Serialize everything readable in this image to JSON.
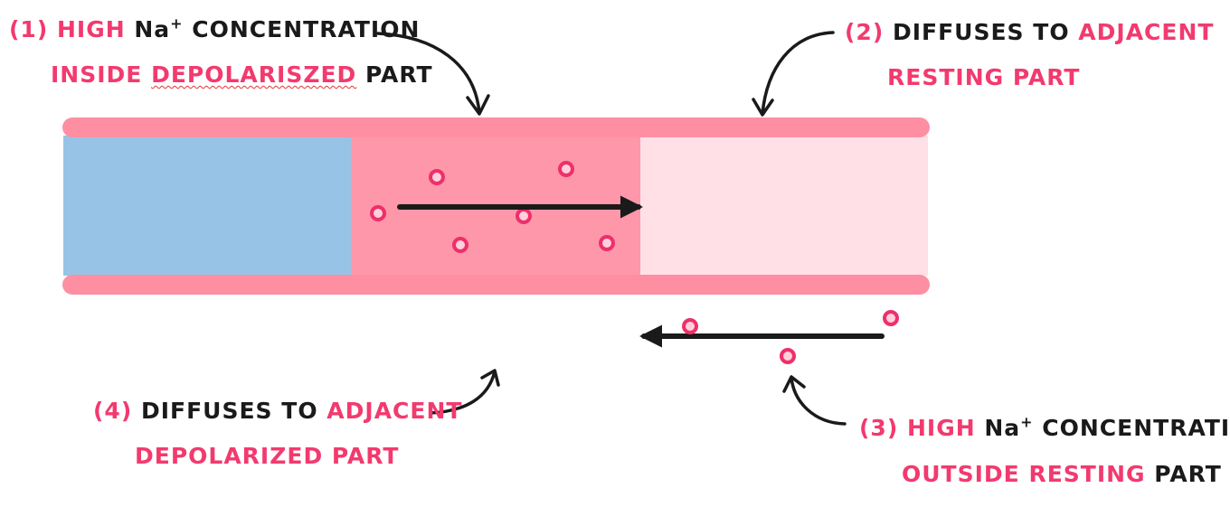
{
  "colors": {
    "pink": "#f23a6e",
    "black": "#1a1a1a",
    "membrane": "#fe8fa3",
    "depolarized_region": "#97c4e6",
    "active_region": "#fe97aa",
    "resting_region": "#fee0e6",
    "ion_stroke": "#ef2f6a"
  },
  "label1": {
    "num": "(1)",
    "high": "HIGH",
    "na": "Na",
    "plus": "+",
    "conc": "CONCENTRATION",
    "inside": "INSIDE",
    "depol": "DEPOLARISZED",
    "part": "PART"
  },
  "label2": {
    "num": "(2)",
    "diffuses": "DIFFUSES TO",
    "adjacent": "ADJACENT",
    "resting": "RESTING PART"
  },
  "label3": {
    "num": "(3)",
    "high": "HIGH",
    "na": "Na",
    "plus": "+",
    "conc": "CONCENTRATION",
    "outside": "OUTSIDE RESTING",
    "part": "PART"
  },
  "label4": {
    "num": "(4)",
    "diffuses": "DIFFUSES TO",
    "adjacent": "ADJACENT",
    "depol": "DEPOLARIZED PART"
  }
}
